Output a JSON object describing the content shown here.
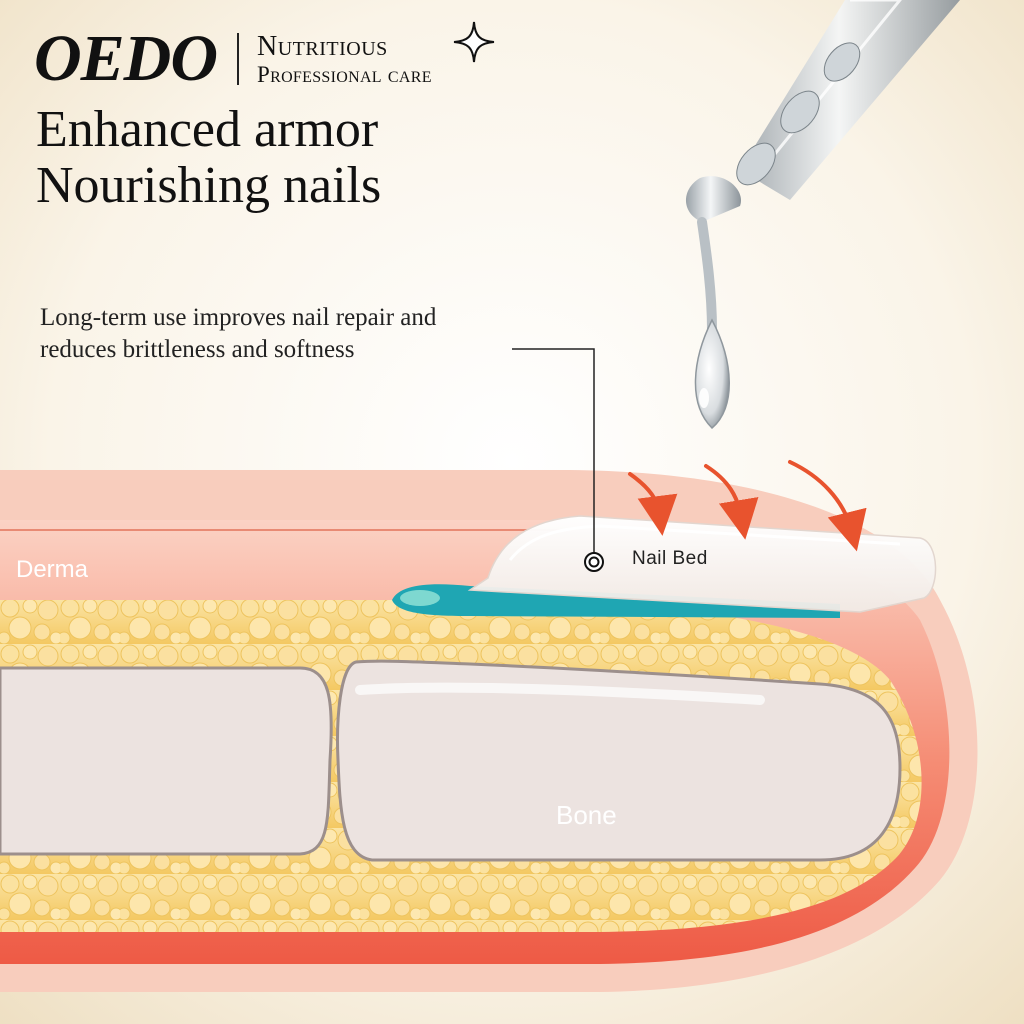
{
  "brand": {
    "logo": "OEDO",
    "tagline_line1": "Nutritious",
    "tagline_line2": "Professional care"
  },
  "headline": {
    "line1": "Enhanced armor",
    "line2": "Nourishing nails"
  },
  "description": {
    "line1": "Long-term use improves nail repair and",
    "line2": "reduces brittleness and softness"
  },
  "labels": {
    "derma": "Derma",
    "nail_bed": "Nail Bed",
    "bone": "Bone"
  },
  "colors": {
    "background": "#f6eedd",
    "skin": "#f7c6b7",
    "derma": "#f0705a",
    "fat": "#f6d27a",
    "bone": "#ece3e0",
    "nail_bed": "#1fa6b3",
    "arrow": "#e8532e"
  },
  "icons": [
    "star-sparkle-icon",
    "dropper-icon",
    "arrow-icon",
    "target-marker-icon"
  ]
}
